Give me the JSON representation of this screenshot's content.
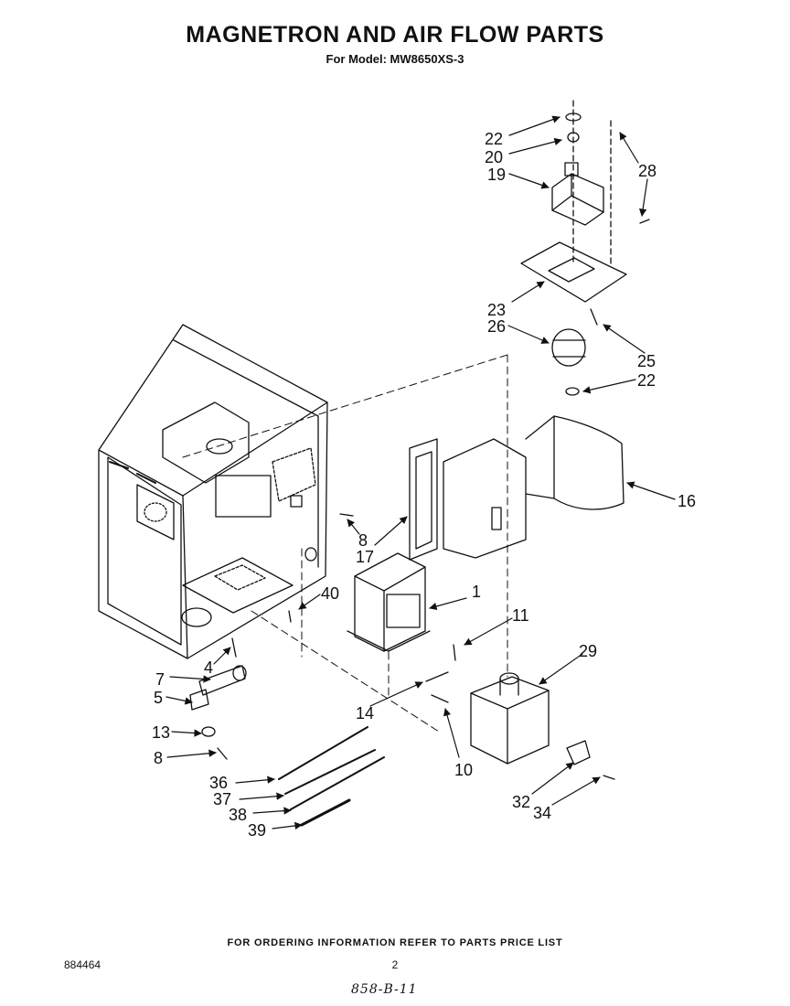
{
  "header": {
    "title": "MAGNETRON AND AIR FLOW PARTS",
    "subtitle": "For Model: MW8650XS-3"
  },
  "callouts": [
    "22",
    "20",
    "19",
    "28",
    "23",
    "26",
    "25",
    "22",
    "16",
    "8",
    "17",
    "1",
    "40",
    "11",
    "29",
    "4",
    "7",
    "5",
    "13",
    "8",
    "14",
    "10",
    "36",
    "37",
    "38",
    "39",
    "32",
    "34"
  ],
  "footer": {
    "ordering_note": "FOR ORDERING INFORMATION REFER TO PARTS PRICE LIST",
    "doc_number": "884464",
    "page_number": "2",
    "handwritten_note": "858-B-11"
  }
}
